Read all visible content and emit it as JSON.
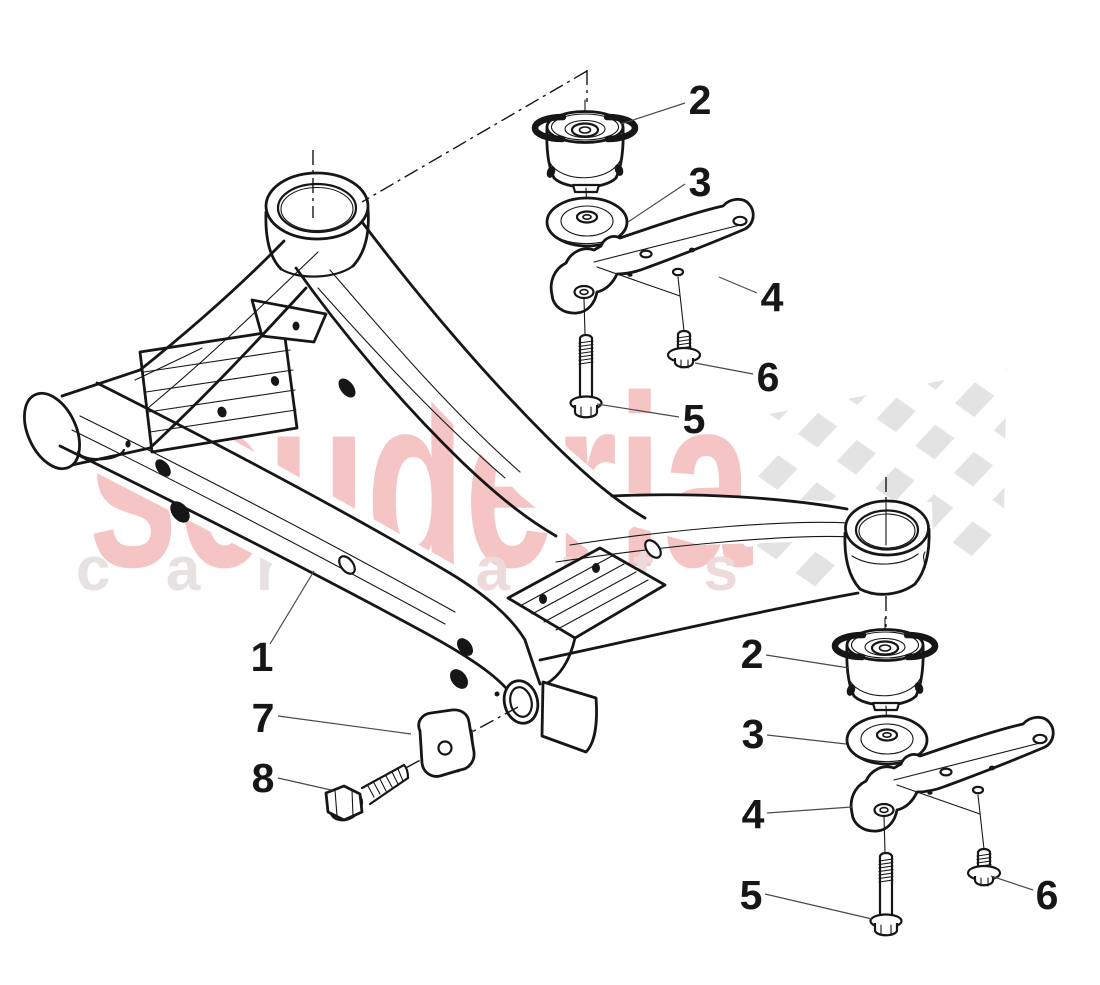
{
  "diagram": {
    "type": "exploded-parts-diagram",
    "callouts": [
      {
        "label": "1",
        "group": "frame"
      },
      {
        "label": "2",
        "group": "top-assembly"
      },
      {
        "label": "3",
        "group": "top-assembly"
      },
      {
        "label": "4",
        "group": "top-assembly"
      },
      {
        "label": "5",
        "group": "top-assembly"
      },
      {
        "label": "6",
        "group": "top-assembly"
      },
      {
        "label": "7",
        "group": "cover-plate"
      },
      {
        "label": "8",
        "group": "flange-bolt"
      },
      {
        "label": "2",
        "group": "bottom-assembly"
      },
      {
        "label": "3",
        "group": "bottom-assembly"
      },
      {
        "label": "4",
        "group": "bottom-assembly"
      },
      {
        "label": "5",
        "group": "bottom-assembly"
      },
      {
        "label": "6",
        "group": "bottom-assembly"
      }
    ],
    "watermark": {
      "brand": "scuderia",
      "tagline_word1": "car",
      "tagline_word2": "parts",
      "brand_color": "#f5c5c5",
      "tagline_color1": "#e7e1e1",
      "tagline_color2": "#eedada"
    },
    "colors": {
      "line": "#161616",
      "leader": "#4a4a4a",
      "flag": "#e3e3e3",
      "background": "#ffffff"
    }
  }
}
